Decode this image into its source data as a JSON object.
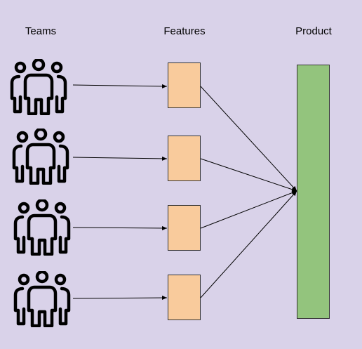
{
  "columns": {
    "teams": "Teams",
    "features": "Features",
    "product": "Product"
  },
  "icons": {
    "team": "team-people-icon"
  },
  "colors": {
    "background": "#d9d2e9",
    "feature_fill": "#f9cb9c",
    "product_fill": "#93c47d",
    "stroke": "#000000"
  },
  "teams_count": 4,
  "features_count": 4
}
